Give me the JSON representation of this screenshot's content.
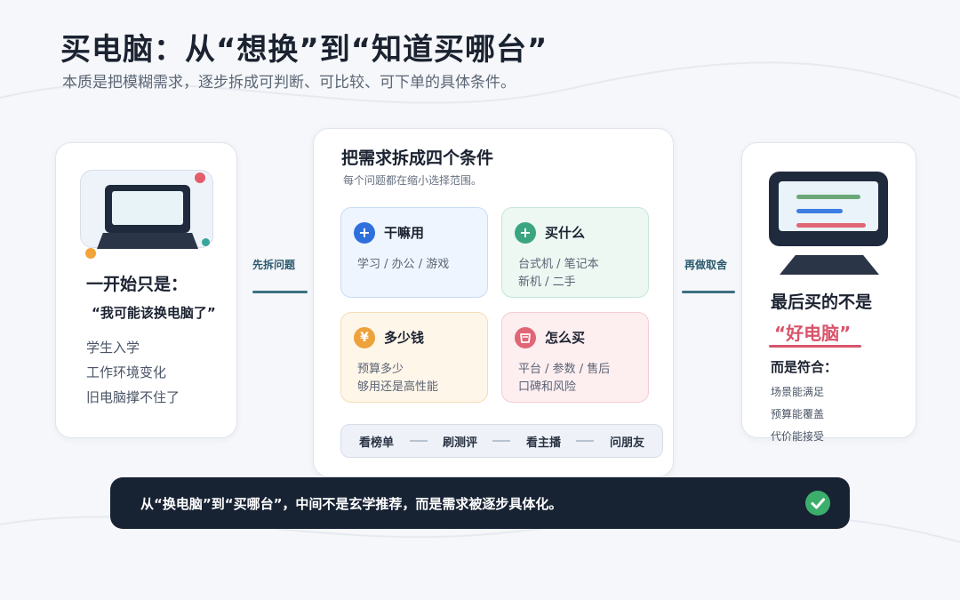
{
  "header": {
    "title": "买电脑：从“想换”到“知道买哪台”",
    "subtitle": "本质是把模糊需求，逐步拆成可判断、可比较、可下单的具体条件。"
  },
  "left_panel": {
    "heading": "一开始只是：",
    "quote": "“我可能该换电脑了”",
    "items": [
      "学生入学",
      "工作环境变化",
      "旧电脑撑不住了"
    ]
  },
  "connectors": {
    "left_label": "先拆问题",
    "right_label": "再做取舍"
  },
  "center_panel": {
    "title": "把需求拆成四个条件",
    "subtitle": "每个问题都在缩小选择范围。",
    "tiles": [
      {
        "icon": "plus-icon",
        "icon_glyph": "+",
        "title": "干嘛用",
        "lines": [
          "学习 / 办公 / 游戏"
        ],
        "color": "#2f6fdc"
      },
      {
        "icon": "plus-icon",
        "icon_glyph": "+",
        "title": "买什么",
        "lines": [
          "台式机 / 笔记本",
          "新机 / 二手"
        ],
        "color": "#3aa580"
      },
      {
        "icon": "yen-icon",
        "icon_glyph": "¥",
        "title": "多少钱",
        "lines": [
          "预算多少",
          "够用还是高性能"
        ],
        "color": "#eda23b"
      },
      {
        "icon": "basket-icon",
        "icon_glyph": "",
        "title": "怎么买",
        "lines": [
          "平台 / 参数 / 售后",
          "口碑和风险"
        ],
        "color": "#e06676"
      }
    ],
    "methods": [
      "看榜单",
      "刷测评",
      "看主播",
      "问朋友"
    ]
  },
  "right_panel": {
    "heading": "最后买的不是",
    "highlight": "“好电脑”",
    "sub": "而是符合：",
    "items": [
      "场景能满足",
      "预算能覆盖",
      "代价能接受"
    ]
  },
  "banner": {
    "text": "从“换电脑”到“买哪台”，中间不是玄学推荐，而是需求被逐步具体化。",
    "icon": "check-icon"
  },
  "colors": {
    "accent_dark": "#172233",
    "highlight_pink": "#d9546a",
    "connector": "#3d6f80"
  }
}
